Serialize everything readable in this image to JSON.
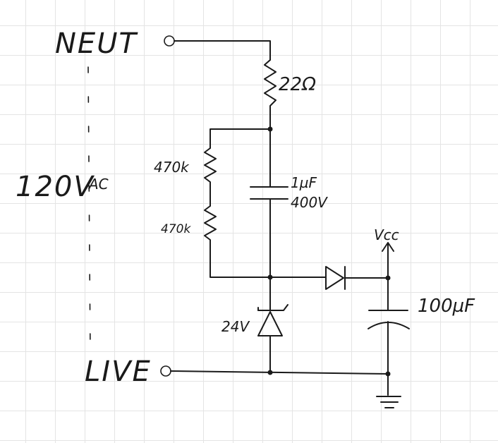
{
  "labels": {
    "neut": "NEUT",
    "live": "LIVE",
    "source": "120V",
    "source_sub": "AC",
    "r_series": "22Ω",
    "r_top": "470k",
    "r_bottom": "470k",
    "cap_value": "1µF",
    "cap_voltage": "400V",
    "zener": "24V",
    "vcc": "Vcc",
    "cap_out": "100µF"
  },
  "colors": {
    "ink": "#1a1a1a",
    "grid": "#e4e4e4",
    "background": "#ffffff"
  }
}
